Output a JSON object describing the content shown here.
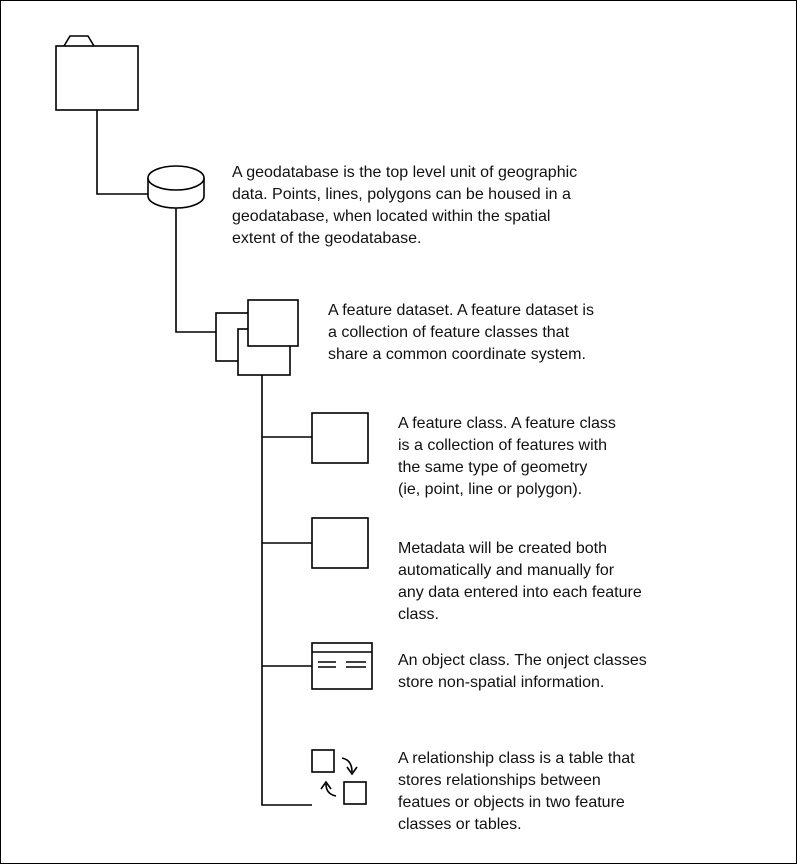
{
  "items": [
    {
      "icon": "folder-icon",
      "lines": []
    },
    {
      "icon": "geodatabase-cylinder-icon",
      "lines": [
        "A geodatabase is the top level unit of geographic",
        "data.  Points, lines, polygons can be housed in a",
        "geodatabase, when located within the spatial",
        "extent of the geodatabase."
      ]
    },
    {
      "icon": "feature-dataset-icon",
      "lines": [
        "A feature dataset.  A feature dataset is",
        "a collection of feature classes that",
        "share a common coordinate system."
      ]
    },
    {
      "icon": "feature-class-icon",
      "lines": [
        "A feature class.  A feature class",
        "is a collection of features with",
        "the same type of geometry",
        "(ie, point, line or polygon)."
      ]
    },
    {
      "icon": "metadata-icon",
      "lines": [
        "Metadata will be created both",
        "automatically and manually for",
        "any data entered into each feature",
        "class."
      ]
    },
    {
      "icon": "object-class-icon",
      "lines": [
        "An object class.  The onject classes",
        "store non-spatial information."
      ]
    },
    {
      "icon": "relationship-class-icon",
      "lines": [
        "A relationship class is a table that",
        "stores relationships between",
        "featues or objects in two feature",
        "classes or tables."
      ]
    }
  ]
}
